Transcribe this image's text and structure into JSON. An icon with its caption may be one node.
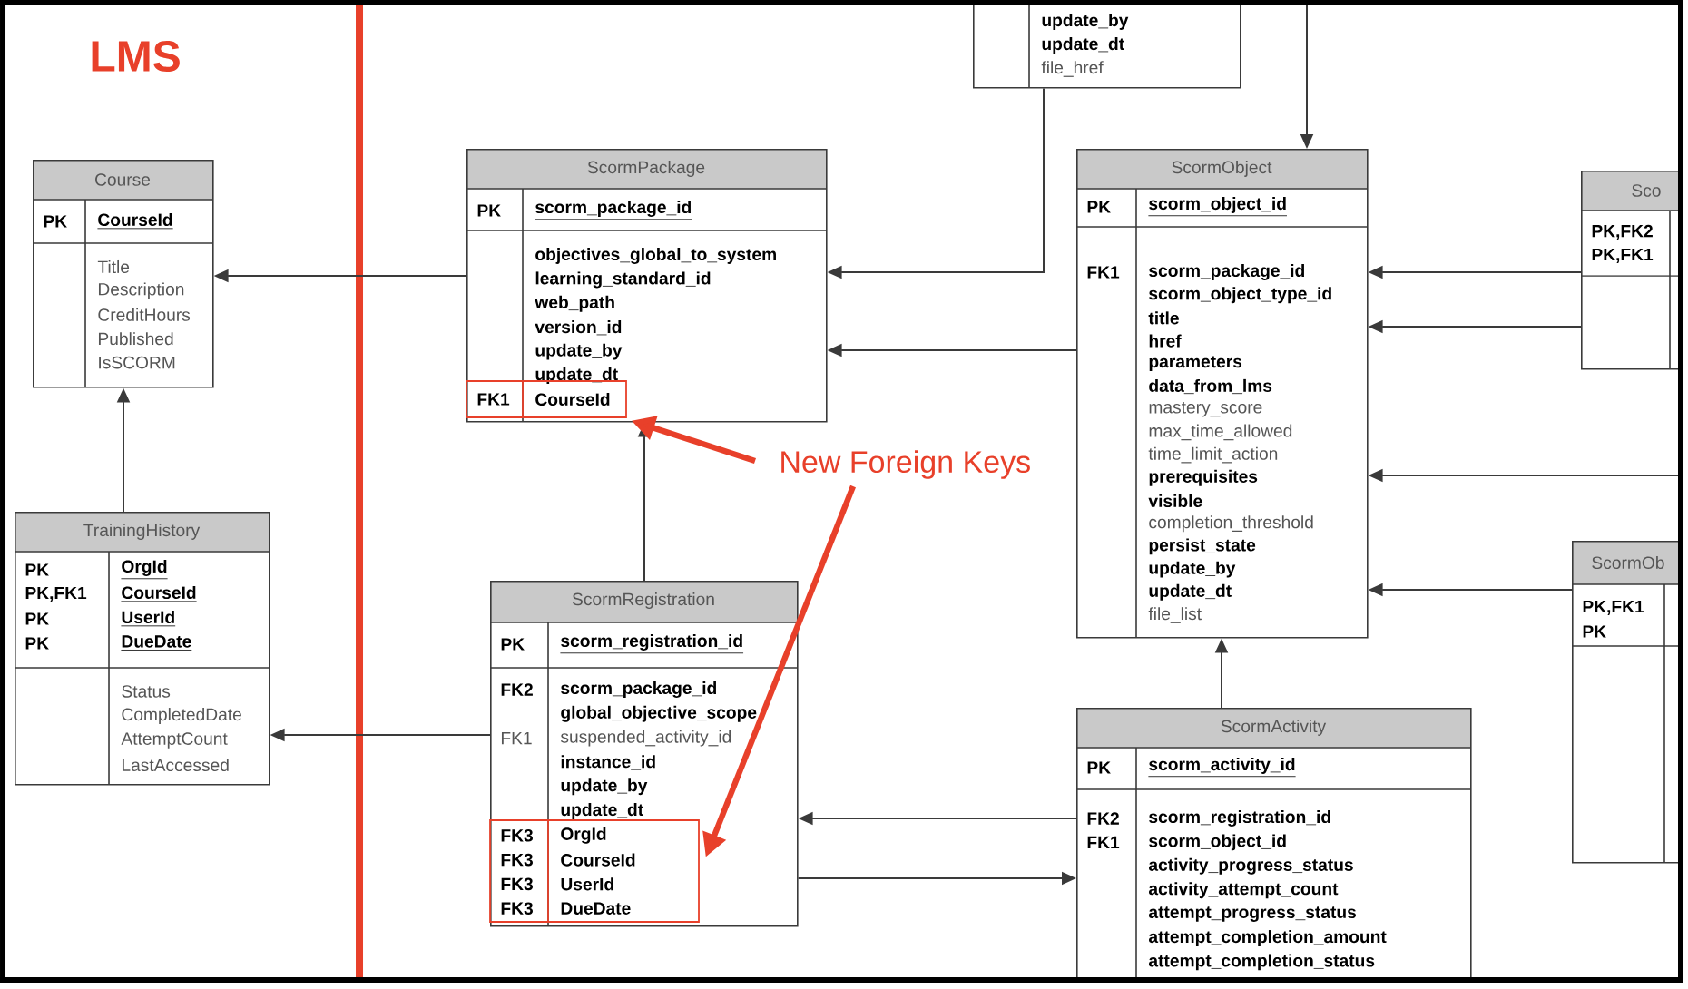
{
  "diagram": {
    "nodes": [
      {
        "text": [
          "Course",
          "PK",
          "CourseId",
          "Title",
          "Description",
          "CreditHours",
          "Published",
          "IsSCORM"
        ]
      },
      {
        "text": [
          "TrainingHistory",
          "PK",
          "PK,FK1",
          "PK",
          "PK",
          "OrgId",
          "CourseId",
          "UserId",
          "DueDate",
          "Status",
          "CompletedDate",
          "AttemptCount",
          "LastAccessed"
        ]
      },
      {
        "text": [
          "ScormPackage",
          "PK",
          "scorm_package_id",
          "objectives_global_to_system",
          "learning_standard_id",
          "web_path",
          "version_id",
          "update_by",
          "update_dt",
          "FK1",
          "CourseId"
        ]
      },
      {
        "text": [
          "update_by",
          "update_dt",
          "file_href"
        ]
      },
      {
        "text": [
          "ScormObject",
          "PK",
          "scorm_object_id",
          "FK1",
          "scorm_package_id",
          "scorm_object_type_id",
          "title",
          "href",
          "parameters",
          "data_from_lms",
          "mastery_score",
          "max_time_allowed",
          "time_limit_action",
          "prerequisites",
          "visible",
          "completion_threshold",
          "persist_state",
          "update_by",
          "update_dt",
          "file_list"
        ]
      },
      {
        "text": [
          "Sco",
          "PK,FK2",
          "PK,FK1"
        ]
      },
      {
        "text": [
          "ScormOb",
          "PK,FK1",
          "PK"
        ]
      },
      {
        "text": [
          "ScormRegistration",
          "PK",
          "scorm_registration_id",
          "FK2",
          "scorm_package_id",
          "global_objective_scope",
          "FK1",
          "suspended_activity_id",
          "instance_id",
          "update_by",
          "update_dt",
          "FK3",
          "OrgId",
          "FK3",
          "CourseId",
          "FK3",
          "UserId",
          "FK3",
          "DueDate"
        ]
      },
      {
        "text": [
          "ScormActivity",
          "PK",
          "scorm_activity_id",
          "FK2",
          "FK1",
          "scorm_registration_id",
          "scorm_object_id",
          "activity_progress_status",
          "activity_attempt_count",
          "attempt_progress_status",
          "attempt_completion_amount",
          "attempt_completion_status"
        ]
      },
      {
        "text": [
          "New Foreign Keys"
        ]
      }
    ],
    "edges": [
      {
        "from": 2,
        "to": 0,
        "arrow": "to"
      },
      {
        "from": 1,
        "to": 0,
        "arrow": "to"
      },
      {
        "from": 7,
        "to": 1,
        "arrow": "to"
      },
      {
        "from": 7,
        "to": 2,
        "arrow": "to"
      },
      {
        "from": 3,
        "to": 2,
        "arrow": "to"
      },
      {
        "from": 4,
        "to": 2,
        "arrow": "to"
      },
      {
        "from": null,
        "to": 4,
        "arrow": "to"
      },
      {
        "from": 5,
        "to": 4,
        "arrow": "to"
      },
      {
        "from": 5,
        "to": 4,
        "arrow": "to"
      },
      {
        "from": null,
        "to": 4,
        "arrow": "to"
      },
      {
        "from": 6,
        "to": 4,
        "arrow": "to"
      },
      {
        "from": 8,
        "to": 4,
        "arrow": "to"
      },
      {
        "from": 8,
        "to": 7,
        "arrow": "to"
      },
      {
        "from": 7,
        "to": 8,
        "arrow": "to"
      },
      {
        "from": 9,
        "to": 2,
        "arrow": "to",
        "style": "thick",
        "color": "#e8402a"
      },
      {
        "from": 9,
        "to": 7,
        "arrow": "to",
        "style": "thick",
        "color": "#e8402a"
      }
    ],
    "labels": [
      "LMS"
    ]
  }
}
